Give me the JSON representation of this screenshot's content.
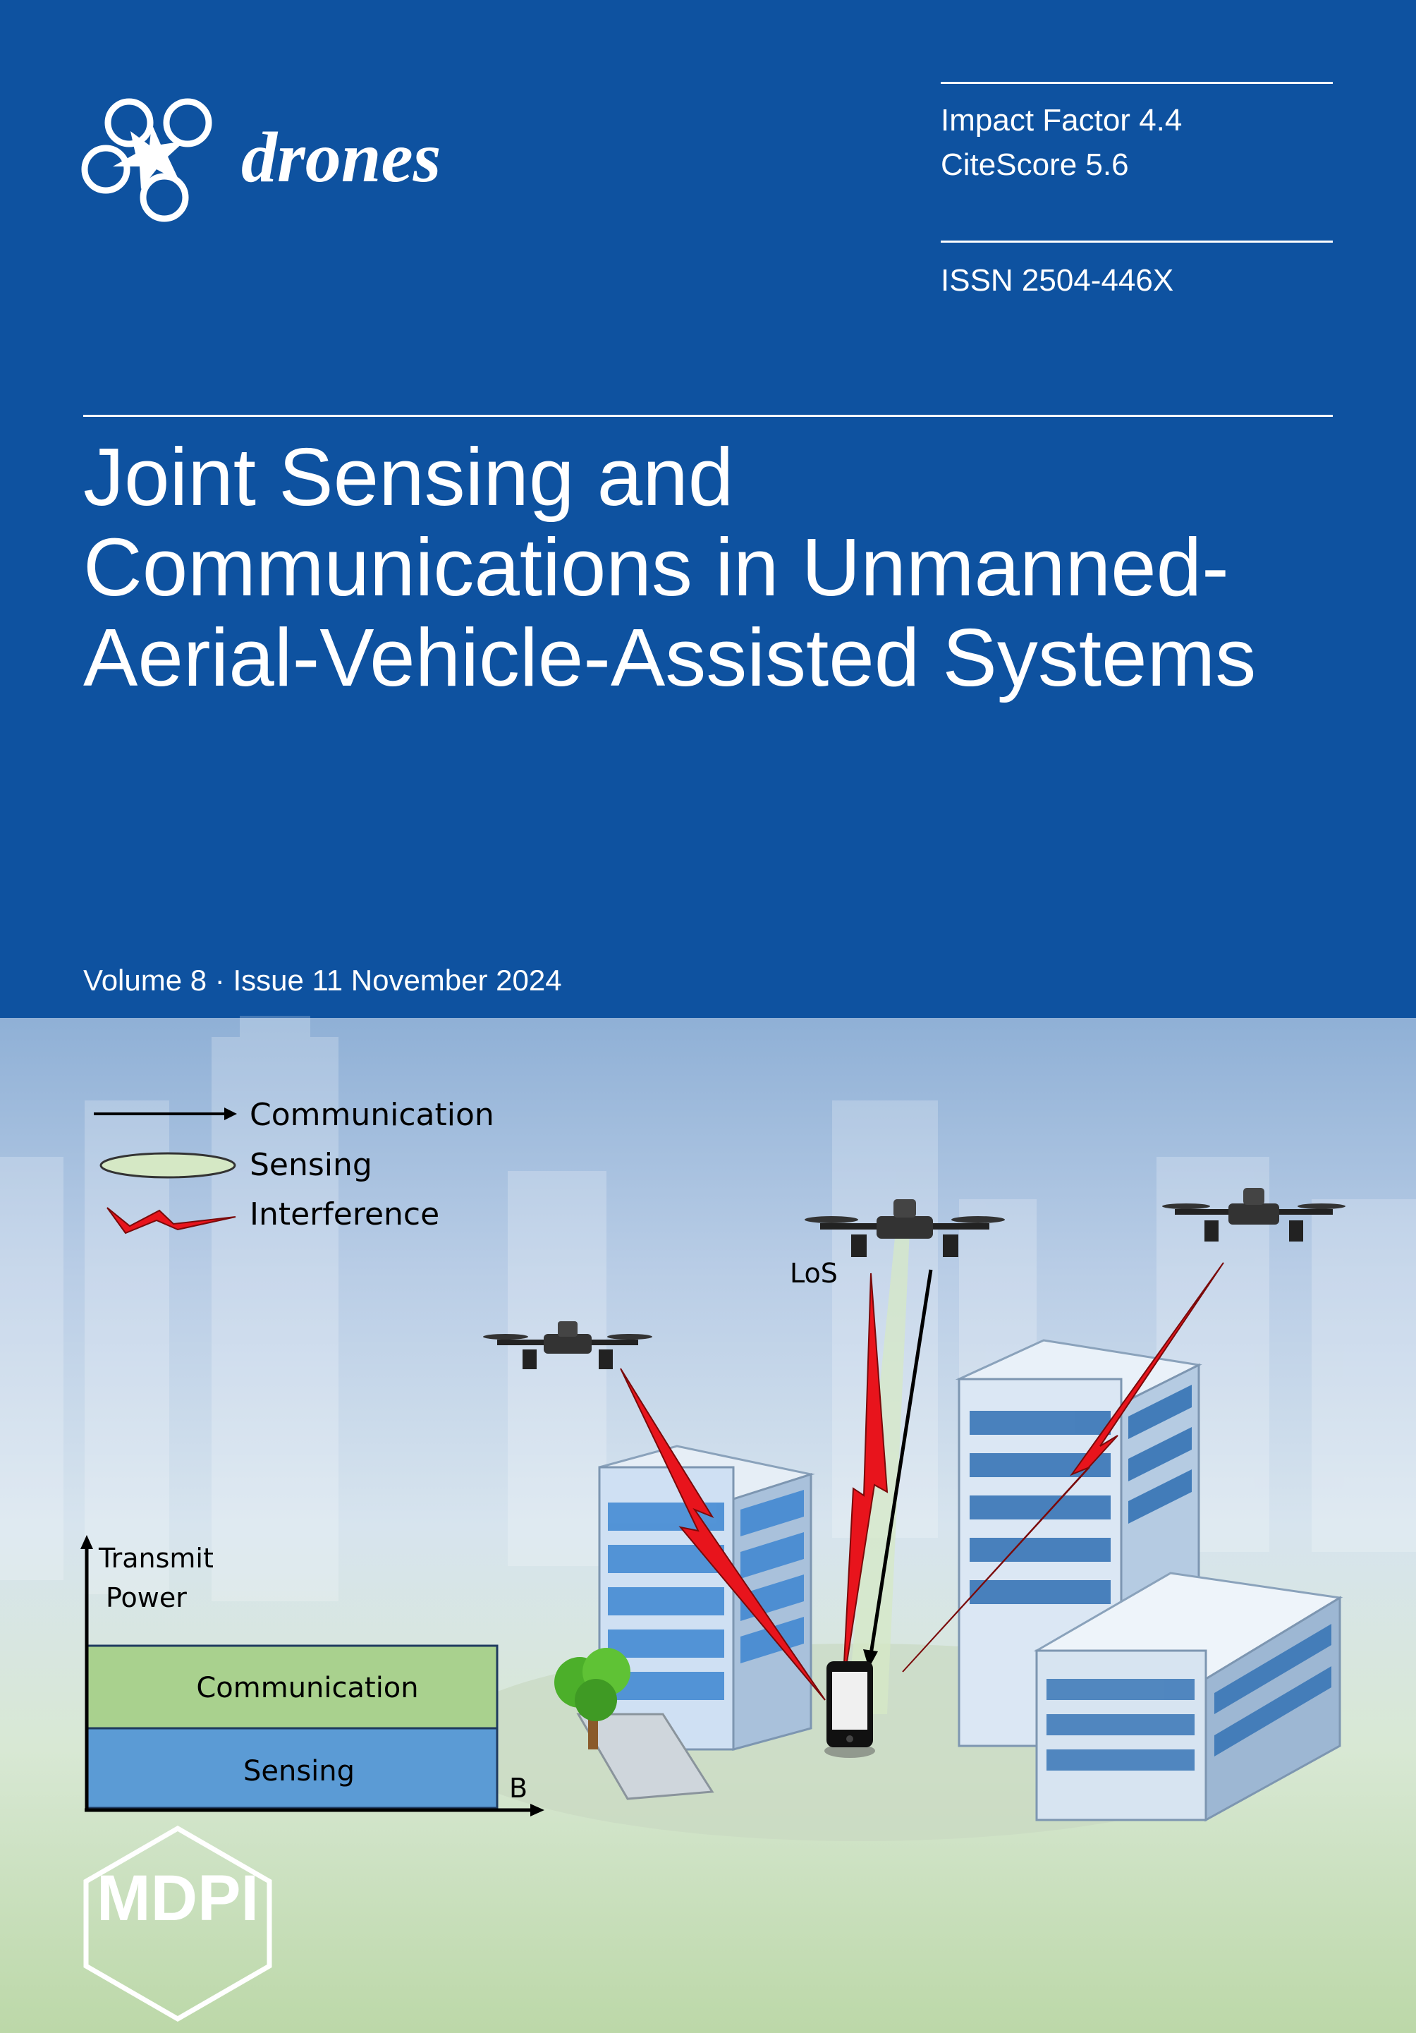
{
  "journal": {
    "name": "drones"
  },
  "metrics": {
    "impact_factor": "Impact Factor 4.4",
    "citescore": "CiteScore 5.6",
    "issn": "ISSN 2504-446X"
  },
  "article": {
    "title_lines": [
      "Joint Sensing and",
      "Communications in Unmanned-",
      "Aerial-Vehicle-Assisted Systems"
    ]
  },
  "issue": {
    "text": "Volume 8 · Issue 11 November 2024"
  },
  "figure": {
    "legend": {
      "communication": "Communication",
      "sensing": "Sensing",
      "interference": "Interference"
    },
    "los_label": "LoS",
    "power_chart": {
      "y_label_line1": "Transmit",
      "y_label_line2": "Power",
      "x_label": "B",
      "bands": [
        "Communication",
        "Sensing"
      ]
    }
  },
  "publisher": {
    "name": "MDPI"
  },
  "colors": {
    "top_panel": "#0e52a0",
    "communication_band": "#a9d18e",
    "sensing_band": "#5b9bd5",
    "interference": "#e8141c",
    "sensing_ellipse": "#d5e8c5"
  }
}
